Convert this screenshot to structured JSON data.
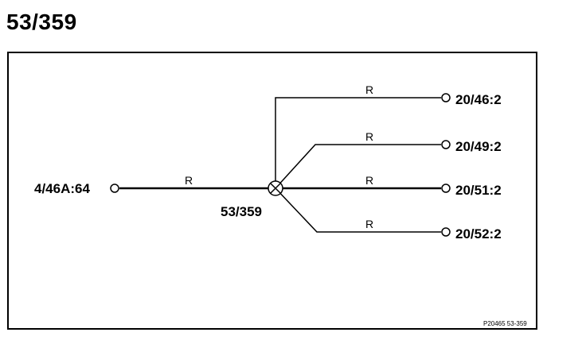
{
  "page_title": "53/359",
  "splice": {
    "label": "53/359"
  },
  "source": {
    "connector": "4/46A:64",
    "wire": "R"
  },
  "branches": [
    {
      "connector": "20/46:2",
      "wire": "R"
    },
    {
      "connector": "20/49:2",
      "wire": "R"
    },
    {
      "connector": "20/51:2",
      "wire": "R"
    },
    {
      "connector": "20/52:2",
      "wire": "R"
    }
  ],
  "figure_ref": "P20465 53-359"
}
